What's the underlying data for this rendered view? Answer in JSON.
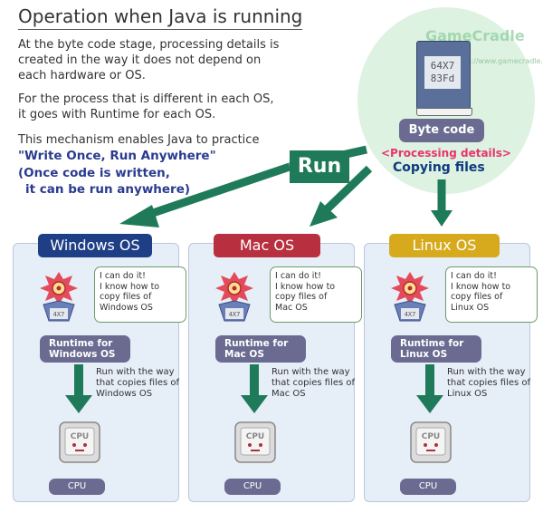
{
  "title": "Operation when Java is running",
  "intro": {
    "lines": [
      "At the byte code stage, processing details is",
      "created in the way it does not depend on",
      "each hardware or OS.",
      "For the process that is different in each OS,",
      "it goes with Runtime for each OS.",
      "This mechanism enables Java to practice"
    ],
    "slogan": "\"Write Once, Run Anywhere\"",
    "slogan_sub1": "(Once code is written,",
    "slogan_sub2": "it can be run anywhere)"
  },
  "watermark": {
    "name": "GameCradle",
    "url": "http://www.gamecradle.net/"
  },
  "bytecode": {
    "screen_line1": "64X7",
    "screen_line2": "83Fd",
    "label": "Byte code",
    "processing": "<Processing details>",
    "copying": "Copying files"
  },
  "run_label": "Run",
  "colors": {
    "windows": "#1e3f86",
    "mac": "#b8303f",
    "linux": "#d7aa1e",
    "arrow": "#1f7a5a",
    "pill": "#6b6b92"
  },
  "os_panels": [
    {
      "os": "Windows OS",
      "speech": [
        "I can do it!",
        "I know how to",
        "copy files of",
        "Windows OS"
      ],
      "runtime_line1": "Runtime for",
      "runtime_line2": "Windows OS",
      "run_desc": [
        "Run with the way",
        "that copies files of",
        "Windows OS"
      ],
      "cpu_label": "CPU",
      "chip_text": "CPU"
    },
    {
      "os": "Mac OS",
      "speech": [
        "I can do it!",
        "I know how to",
        "copy files of",
        "Mac OS"
      ],
      "runtime_line1": "Runtime for",
      "runtime_line2": "Mac OS",
      "run_desc": [
        "Run with the way",
        "that copies files of",
        "Mac OS"
      ],
      "cpu_label": "CPU",
      "chip_text": "CPU"
    },
    {
      "os": "Linux OS",
      "speech": [
        "I can do it!",
        "I know how to",
        "copy files of",
        "Linux OS"
      ],
      "runtime_line1": "Runtime for",
      "runtime_line2": "Linux OS",
      "run_desc": [
        "Run with the way",
        "that copies files of",
        "Linux OS"
      ],
      "cpu_label": "CPU",
      "chip_text": "CPU"
    }
  ]
}
